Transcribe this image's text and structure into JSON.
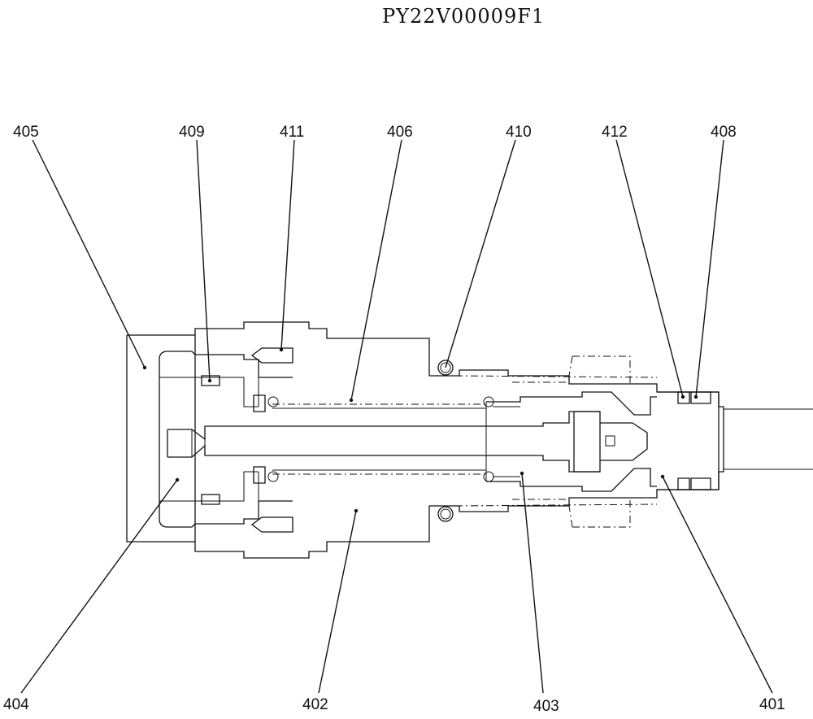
{
  "drawing_id": "PY22V00009F1",
  "callouts": {
    "c405": "405",
    "c409": "409",
    "c411": "411",
    "c406": "406",
    "c410": "410",
    "c412": "412",
    "c408": "408",
    "c404": "404",
    "c402": "402",
    "c403": "403",
    "c401": "401"
  }
}
